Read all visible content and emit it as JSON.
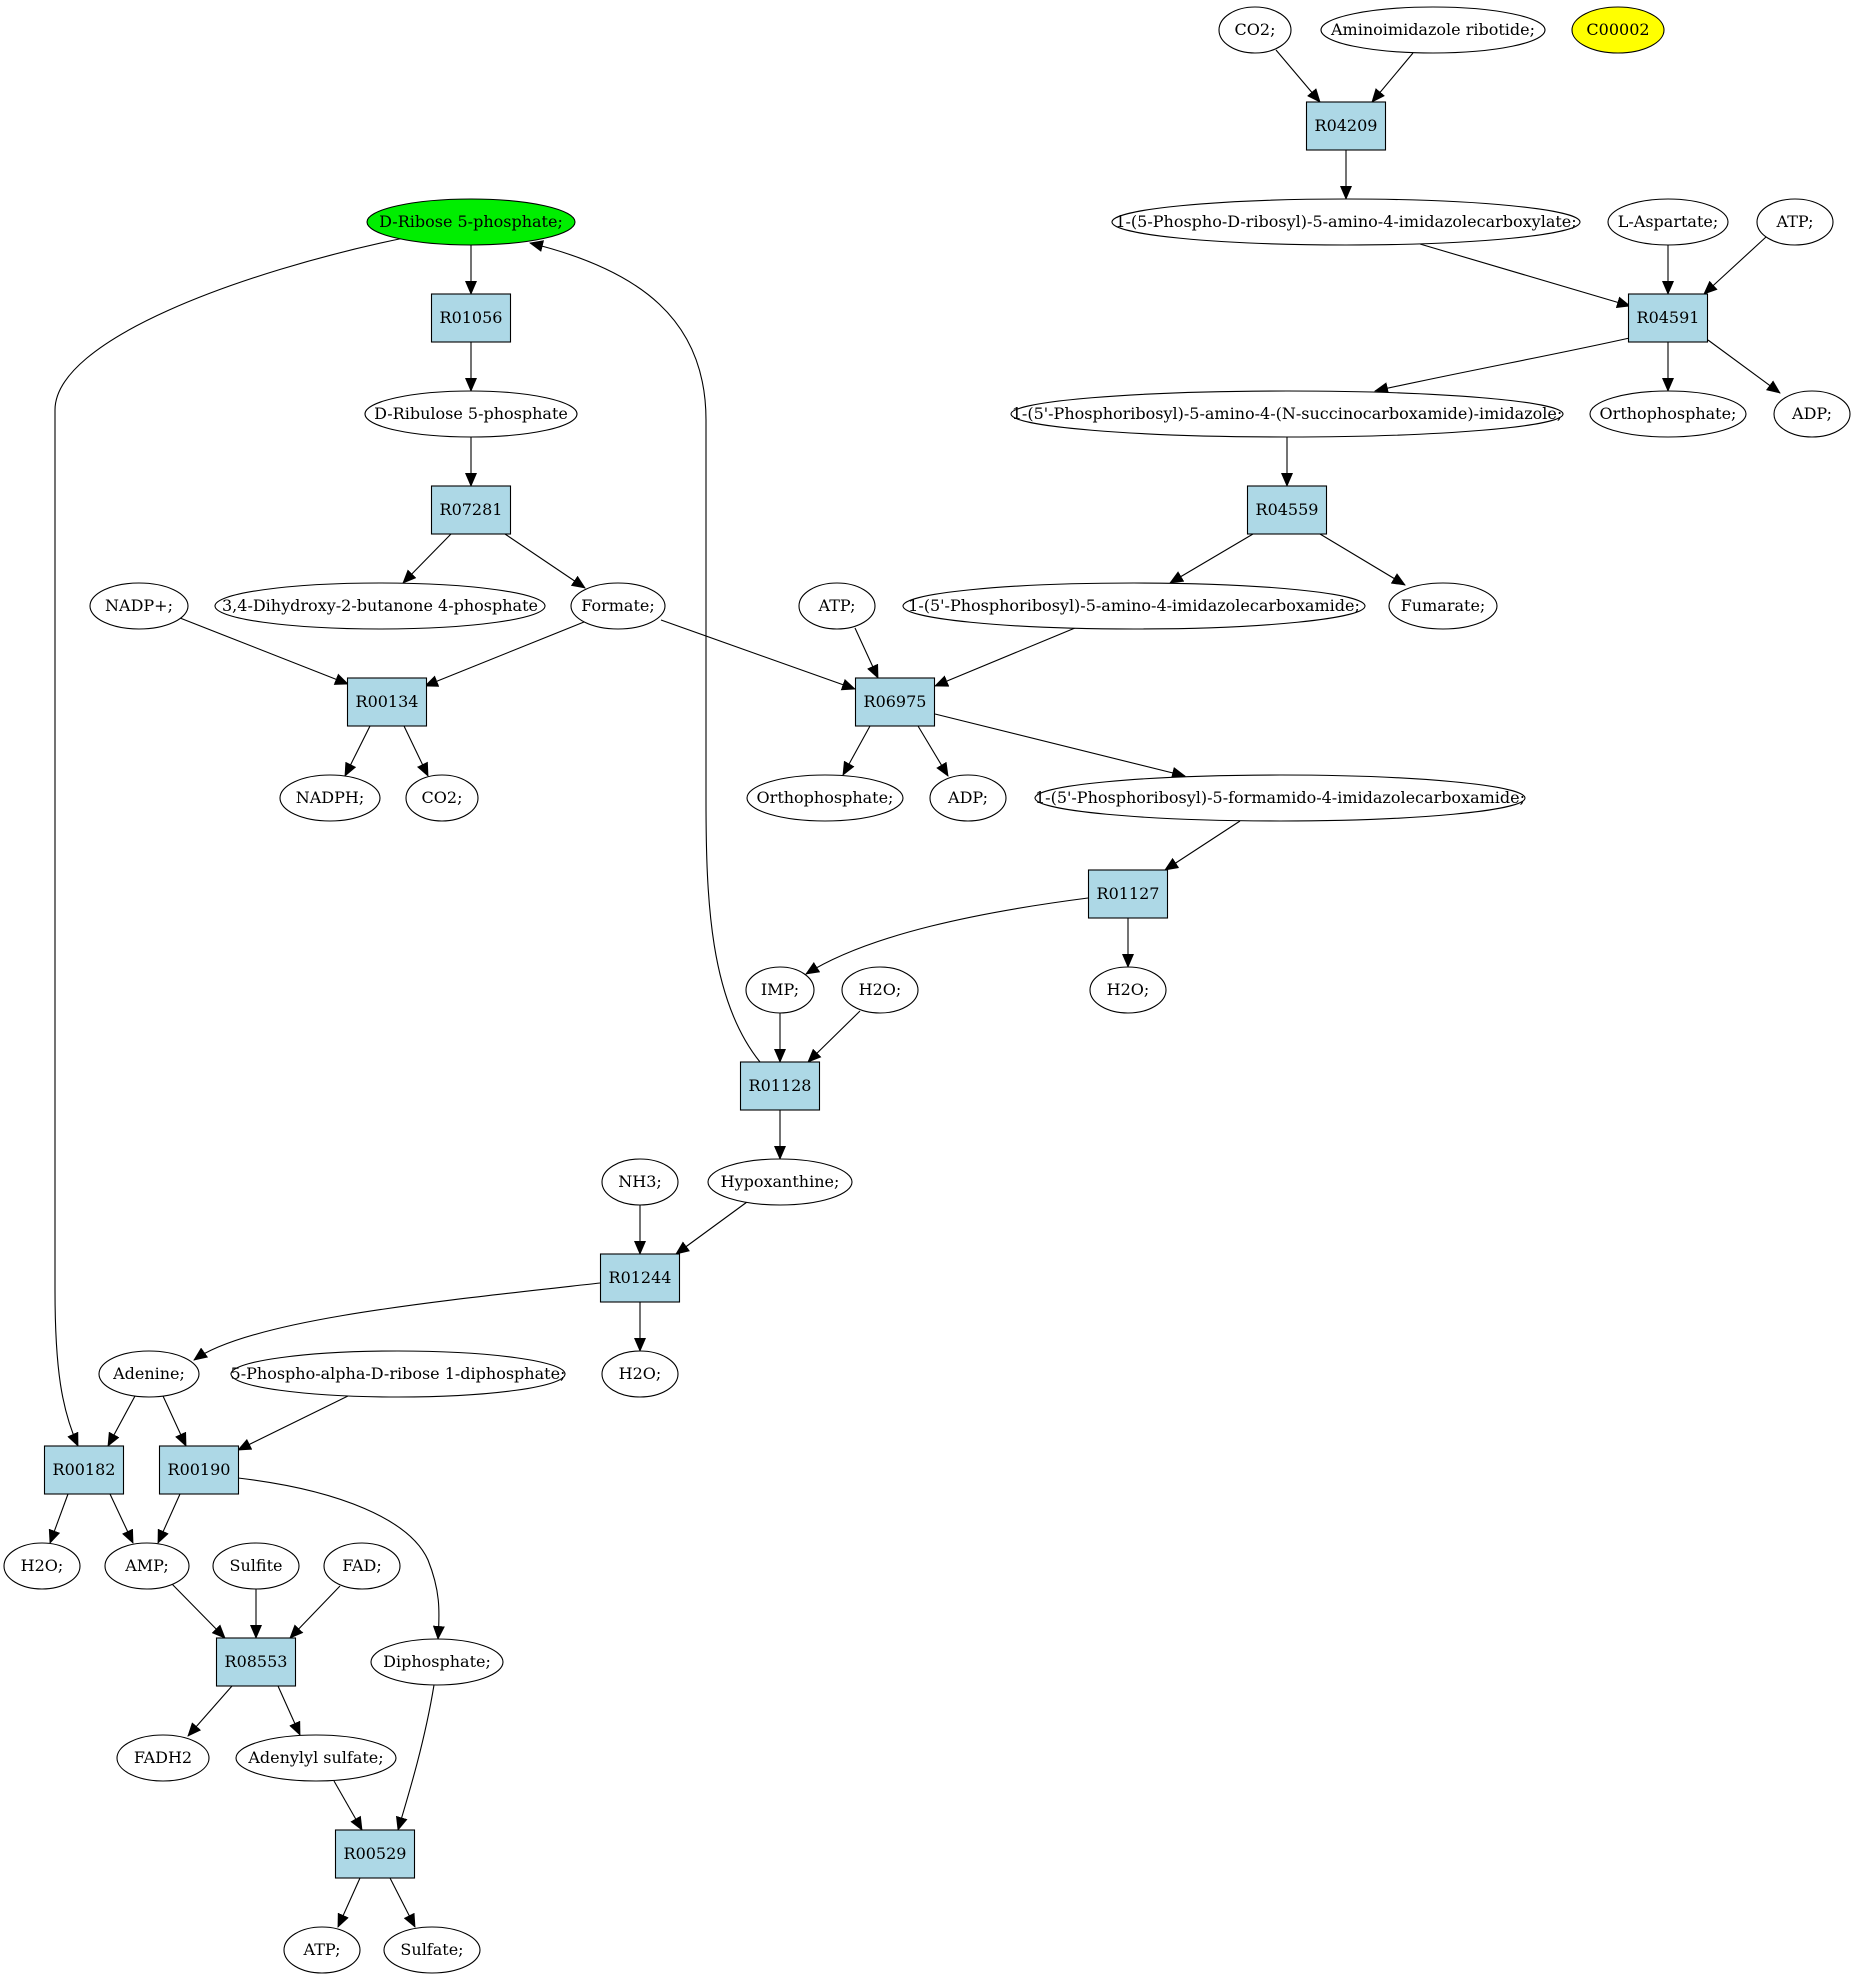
{
  "colors": {
    "reaction_fill": "#add8e6",
    "compound_fill": "#ffffff",
    "start_fill": "#00ee00",
    "highlight_fill": "#ffff00",
    "line": "#000000"
  },
  "reactions": {
    "R04209": "R04209",
    "R01056": "R01056",
    "R04591": "R04591",
    "R07281": "R07281",
    "R04559": "R04559",
    "R00134": "R00134",
    "R06975": "R06975",
    "R01127": "R01127",
    "R01128": "R01128",
    "R01244": "R01244",
    "R00182": "R00182",
    "R00190": "R00190",
    "R08553": "R08553",
    "R00529": "R00529"
  },
  "compounds": {
    "co2_top": "CO2;",
    "aminoimidazole": "Aminoimidazole ribotide;",
    "c00002": "C00002",
    "ribose5p": "D-Ribose 5-phosphate;",
    "phospho_carboxylate": "1-(5-Phospho-D-ribosyl)-5-amino-4-imidazolecarboxylate;",
    "aspartate": "L-Aspartate;",
    "atp_r04591": "ATP;",
    "ribulose5p": "D-Ribulose 5-phosphate",
    "succinocarboxamide": "1-(5'-Phosphoribosyl)-5-amino-4-(N-succinocarboxamide)-imidazole;",
    "orthophosphate_top": "Orthophosphate;",
    "adp_top": "ADP;",
    "nadp": "NADP+;",
    "dihydroxybutanone": "3,4-Dihydroxy-2-butanone 4-phosphate",
    "formate": "Formate;",
    "atp_r06975": "ATP;",
    "aica_carboxamide": "1-(5'-Phosphoribosyl)-5-amino-4-imidazolecarboxamide;",
    "fumarate": "Fumarate;",
    "nadph": "NADPH;",
    "co2_mid": "CO2;",
    "orthophosphate_mid": "Orthophosphate;",
    "adp_mid": "ADP;",
    "formamido": "1-(5'-Phosphoribosyl)-5-formamido-4-imidazolecarboxamide;",
    "imp": "IMP;",
    "h2o_r01128": "H2O;",
    "h2o_r01127": "H2O;",
    "nh3": "NH3;",
    "hypoxanthine": "Hypoxanthine;",
    "adenine": "Adenine;",
    "prpp": "5-Phospho-alpha-D-ribose 1-diphosphate;",
    "h2o_r01244": "H2O;",
    "h2o_r00182": "H2O;",
    "amp": "AMP;",
    "sulfite": "Sulfite",
    "fad": "FAD;",
    "diphosphate": "Diphosphate;",
    "fadh2": "FADH2",
    "adenylyl_sulfate": "Adenylyl sulfate;",
    "atp_bottom": "ATP;",
    "sulfate": "Sulfate;"
  }
}
